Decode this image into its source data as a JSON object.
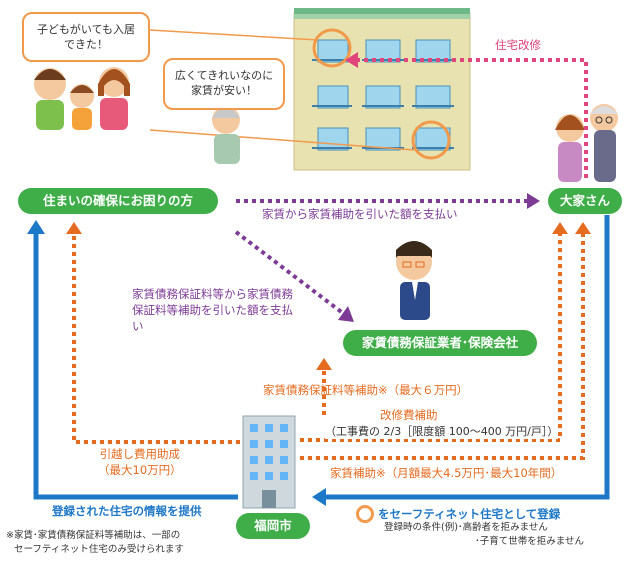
{
  "bubbles": {
    "family": "子どもがいても入居できた！",
    "elderly": "広くてきれいなのに家賃が安い！"
  },
  "nodes": {
    "tenant": "住まいの確保にお困りの方",
    "landlord": "大家さん",
    "guarantor": "家賃債務保証業者･保険会社",
    "city": "福岡市"
  },
  "labels": {
    "renovation": "住宅改修",
    "rent_payment": "家賃から家賃補助を引いた額を支払い",
    "guarantee_payment": "家賃債務保証料等から家賃債務保証料等補助を引いた額を支払い",
    "guarantee_subsidy": "家賃債務保証料等補助※（最大６万円）",
    "renovation_subsidy_title": "改修費補助",
    "renovation_subsidy_detail": "（工事費の 2/3［限度額 100〜400 万円/戸］）",
    "rent_subsidy": "家賃補助※（月額最大4.5万円･最大10年間）",
    "moving_subsidy_line1": "引越し費用助成",
    "moving_subsidy_line2": "（最大10万円）",
    "info_provide": "登録された住宅の情報を提供",
    "register_suffix": "をセーフティネット住宅として登録",
    "register_conditions_1": "登録時の条件(例)･高齢者を拒みません",
    "register_conditions_2": "･子育て世帯を拒みません",
    "footnote_1": "※家賃･家賃債務保証料等補助は、一部の",
    "footnote_2": "セーフティネット住宅のみ受けられます"
  },
  "colors": {
    "green": "#3fae49",
    "purple": "#7d3b96",
    "orange": "#e46b1f",
    "pink": "#e0457b",
    "blue": "#1e78c8"
  }
}
